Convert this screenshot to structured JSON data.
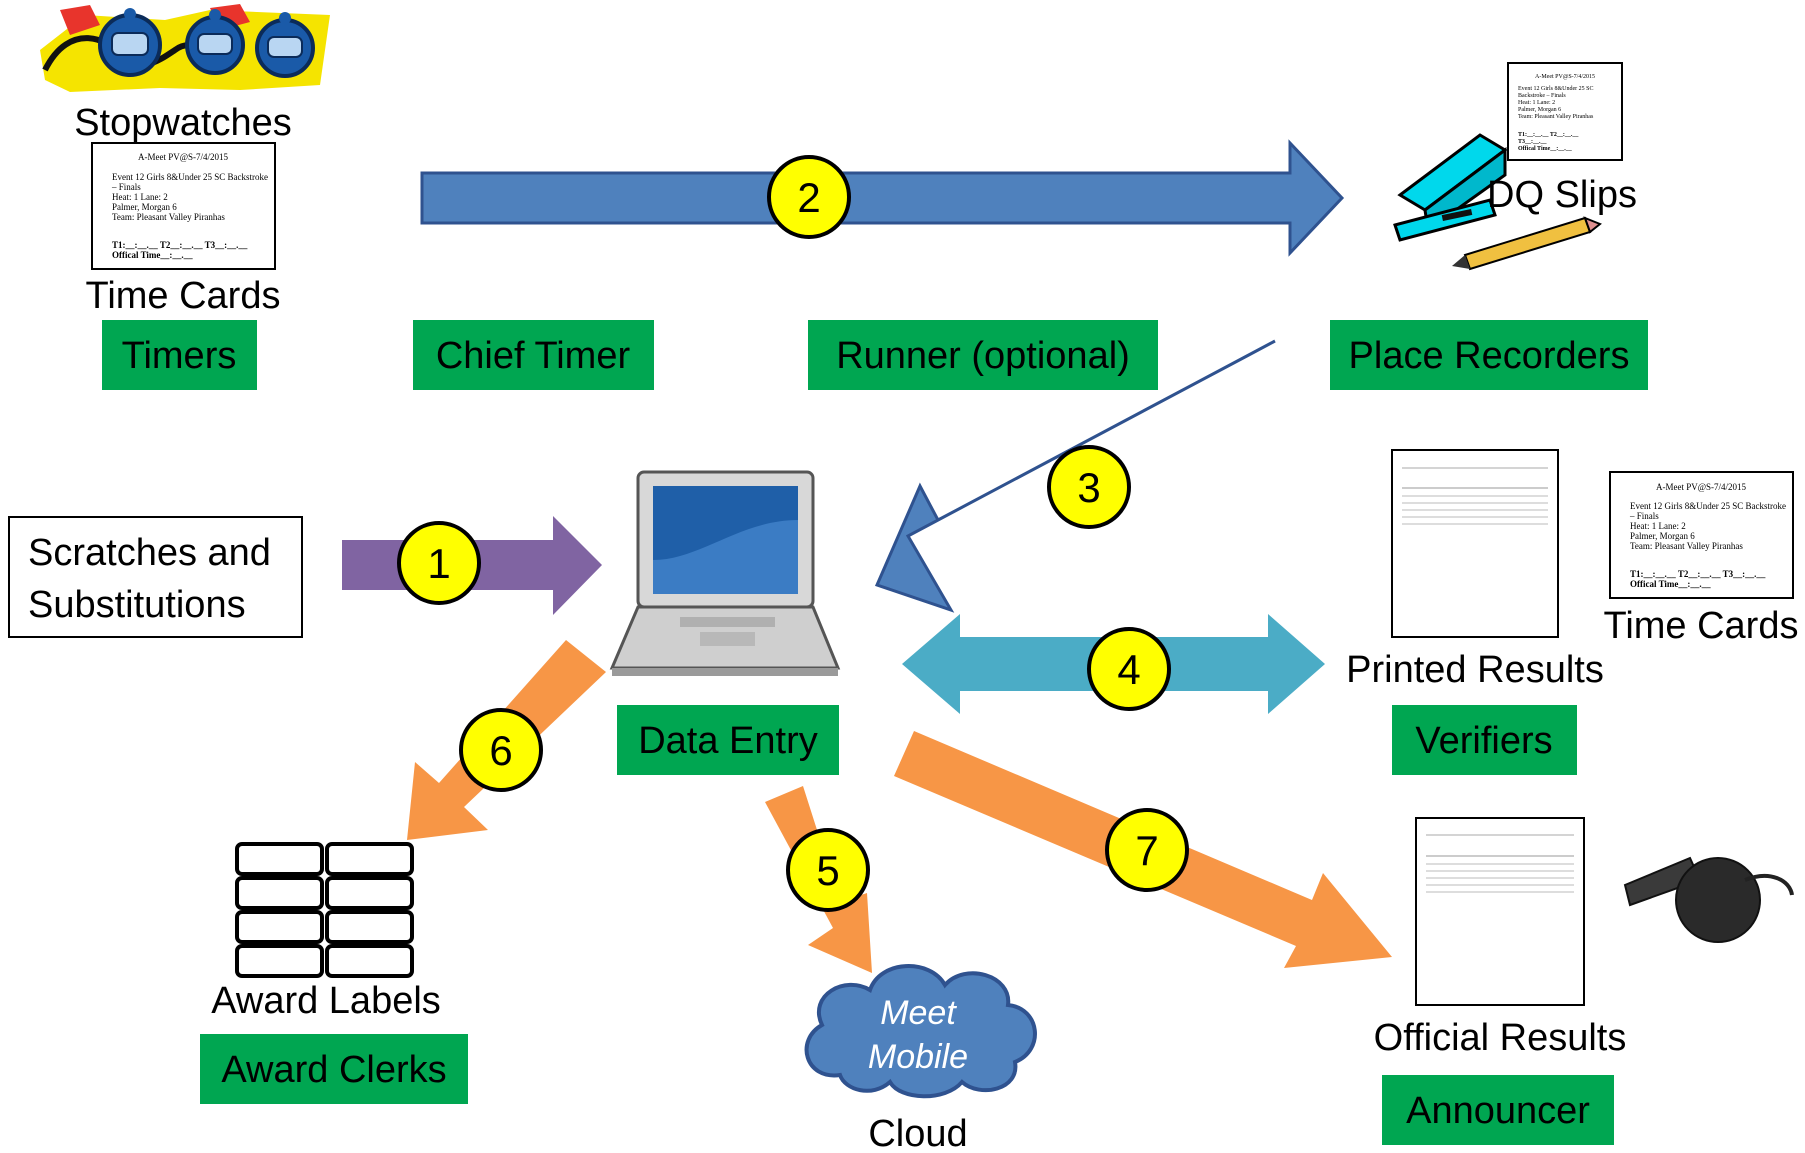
{
  "labels": {
    "stopwatches": "Stopwatches",
    "time_cards": "Time Cards",
    "dq_slips": "DQ Slips",
    "scratches_line1": "Scratches and",
    "scratches_line2": "Substitutions",
    "printed_results": "Printed Results",
    "time_cards_right": "Time Cards",
    "award_labels": "Award Labels",
    "official_results": "Official Results",
    "cloud": "Cloud",
    "meet_mobile_line1": "Meet",
    "meet_mobile_line2": "Mobile"
  },
  "roles": {
    "timers": "Timers",
    "chief_timer": "Chief Timer",
    "runner": "Runner (optional)",
    "place_recorders": "Place Recorders",
    "data_entry": "Data Entry",
    "verifiers": "Verifiers",
    "award_clerks": "Award Clerks",
    "announcer": "Announcer"
  },
  "steps": {
    "s1": "1",
    "s2": "2",
    "s3": "3",
    "s4": "4",
    "s5": "5",
    "s6": "6",
    "s7": "7"
  },
  "time_card": {
    "title": "A-Meet PV@S-7/4/2015",
    "event_line1": "Event 12 Girls 8&Under 25 SC Backstroke",
    "event_line2": "– Finals",
    "heat": "Heat: 1   Lane: 2",
    "swimmer": "Palmer, Morgan 6",
    "team": "Team: Pleasant Valley Piranhas",
    "times": "T1:__:__.__   T2__:__.__  T3__:__.__",
    "official": "Offical Time__:__.__"
  },
  "dq_slip": {
    "title": "A-Meet PV@S-7/4/2015",
    "event_line1": "Event 12 Girls 8&Under 25 SC",
    "event_line2": "Backstroke – Finals",
    "heat": "Heat: 1   Lane: 2",
    "swimmer": "Palmer, Morgan 6",
    "team": "Team: Pleasant Valley Piranhas",
    "times": "T1:__:__.__   T2__:__.__",
    "times2": "T3__:__.__",
    "official": "Offical Time__:__.__"
  },
  "colors": {
    "role_green": "#00a651",
    "arrow_blue": "#4f81bd",
    "arrow_purple": "#8064a2",
    "arrow_teal": "#4bacc6",
    "arrow_orange": "#f79646",
    "badge_yellow": "#ffff00"
  },
  "icons": [
    "stopwatch-icon",
    "stapler-icon",
    "pencil-icon",
    "laptop-icon",
    "cloud-icon",
    "whistle-icon",
    "label-grid-icon"
  ]
}
